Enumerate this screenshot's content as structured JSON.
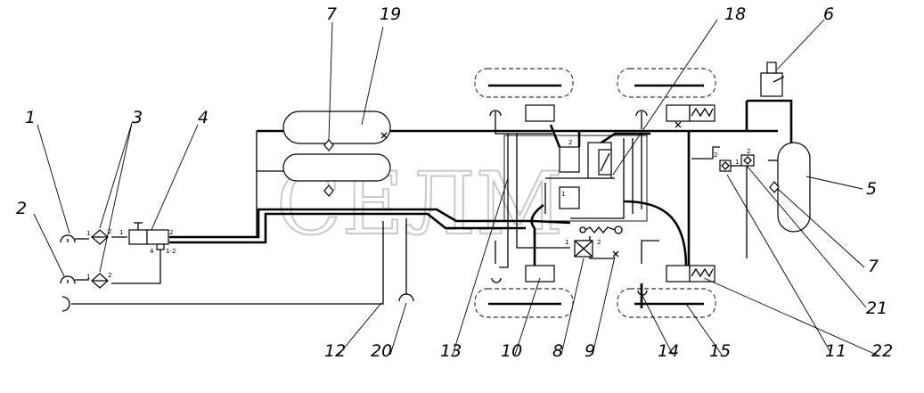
{
  "watermark": "СЕЛМ",
  "callouts": {
    "c1": "1",
    "c2": "2",
    "c3": "3",
    "c4": "4",
    "c5": "5",
    "c6": "6",
    "c7a": "7",
    "c7b": "7",
    "c8": "8",
    "c9": "9",
    "c10": "10",
    "c11": "11",
    "c12": "12",
    "c13": "13",
    "c14": "14",
    "c15": "15",
    "c18": "18",
    "c19": "19",
    "c20": "20",
    "c21": "21",
    "c22": "22"
  },
  "ports": {
    "f1_in": "1",
    "f1_out": "2",
    "f2_in": "1",
    "f2_out": "2",
    "v4_1": "1",
    "v4_2": "2",
    "v4_4": "4",
    "v4_12": "1-2",
    "v8_1": "1",
    "v8_2": "2",
    "v11_1": "1",
    "v11_2": "2",
    "v21_2": "2",
    "r18_2": "2",
    "r18_1": "1"
  }
}
